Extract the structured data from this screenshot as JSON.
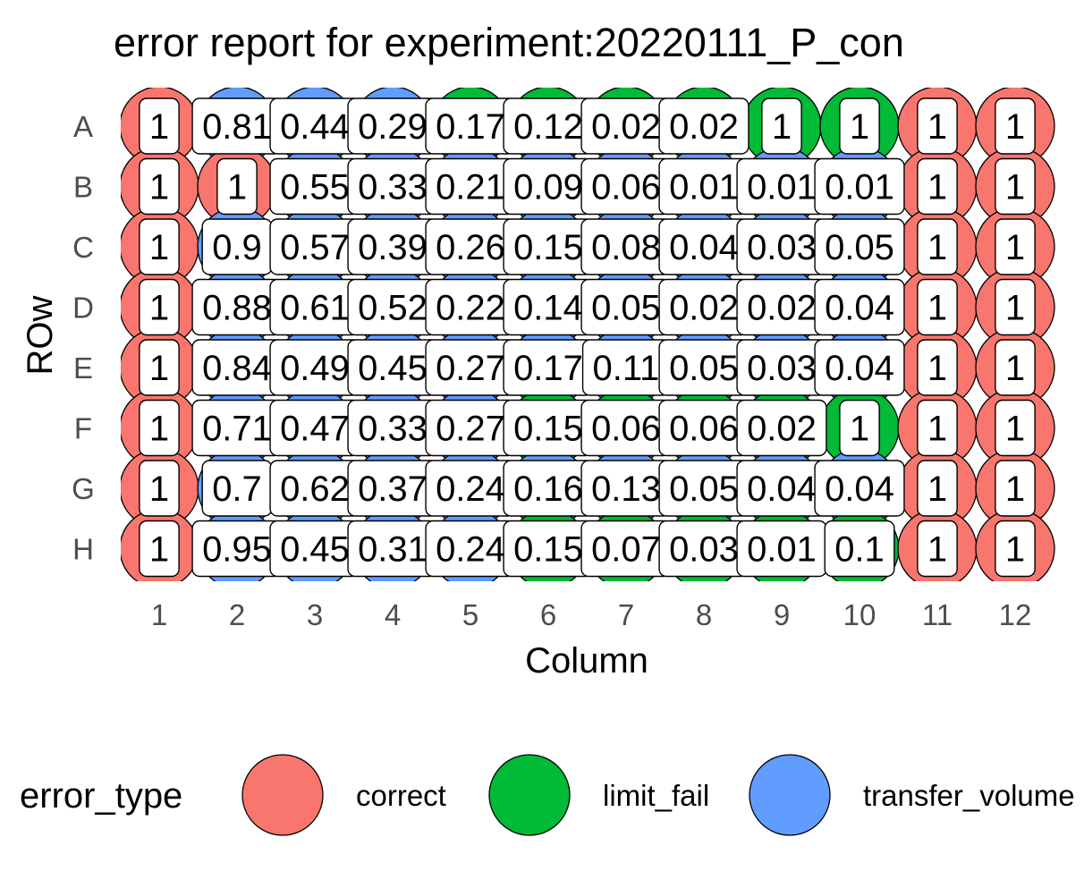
{
  "chart_data": {
    "type": "scatter",
    "title": "error report for experiment:20220111_P_con",
    "xlabel": "Column",
    "ylabel": "ROw",
    "x_ticks": [
      "1",
      "2",
      "3",
      "4",
      "5",
      "6",
      "7",
      "8",
      "9",
      "10",
      "11",
      "12"
    ],
    "y_ticks": [
      "A",
      "B",
      "C",
      "D",
      "E",
      "F",
      "G",
      "H"
    ],
    "grid": false,
    "legend": {
      "title": "error_type",
      "position": "bottom",
      "entries": [
        {
          "name": "correct",
          "color": "#F8766D"
        },
        {
          "name": "limit_fail",
          "color": "#00BA38"
        },
        {
          "name": "transfer_volume",
          "color": "#619CFF"
        }
      ]
    },
    "colors": {
      "correct": "#F8766D",
      "limit_fail": "#00BA38",
      "transfer_volume": "#619CFF"
    },
    "rows": [
      "A",
      "B",
      "C",
      "D",
      "E",
      "F",
      "G",
      "H"
    ],
    "error_types": [
      [
        "correct",
        "transfer_volume",
        "transfer_volume",
        "transfer_volume",
        "limit_fail",
        "limit_fail",
        "limit_fail",
        "limit_fail",
        "limit_fail",
        "limit_fail",
        "correct",
        "correct"
      ],
      [
        "correct",
        "correct",
        "transfer_volume",
        "transfer_volume",
        "transfer_volume",
        "transfer_volume",
        "transfer_volume",
        "transfer_volume",
        "transfer_volume",
        "transfer_volume",
        "correct",
        "correct"
      ],
      [
        "correct",
        "transfer_volume",
        "transfer_volume",
        "transfer_volume",
        "transfer_volume",
        "transfer_volume",
        "transfer_volume",
        "transfer_volume",
        "transfer_volume",
        "transfer_volume",
        "correct",
        "correct"
      ],
      [
        "correct",
        "transfer_volume",
        "transfer_volume",
        "transfer_volume",
        "transfer_volume",
        "transfer_volume",
        "transfer_volume",
        "transfer_volume",
        "transfer_volume",
        "transfer_volume",
        "correct",
        "correct"
      ],
      [
        "correct",
        "transfer_volume",
        "transfer_volume",
        "transfer_volume",
        "transfer_volume",
        "transfer_volume",
        "transfer_volume",
        "transfer_volume",
        "transfer_volume",
        "transfer_volume",
        "correct",
        "correct"
      ],
      [
        "correct",
        "transfer_volume",
        "transfer_volume",
        "transfer_volume",
        "transfer_volume",
        "limit_fail",
        "limit_fail",
        "limit_fail",
        "limit_fail",
        "limit_fail",
        "correct",
        "correct"
      ],
      [
        "correct",
        "transfer_volume",
        "transfer_volume",
        "transfer_volume",
        "transfer_volume",
        "transfer_volume",
        "transfer_volume",
        "transfer_volume",
        "transfer_volume",
        "transfer_volume",
        "correct",
        "correct"
      ],
      [
        "correct",
        "transfer_volume",
        "transfer_volume",
        "transfer_volume",
        "transfer_volume",
        "limit_fail",
        "limit_fail",
        "limit_fail",
        "limit_fail",
        "limit_fail",
        "correct",
        "correct"
      ]
    ],
    "labels": [
      [
        "1",
        "0.81",
        "0.44",
        "0.29",
        "0.17",
        "0.12",
        "0.02",
        "0.02",
        "1",
        "1",
        "1",
        "1"
      ],
      [
        "1",
        "1",
        "0.55",
        "0.33",
        "0.21",
        "0.09",
        "0.06",
        "0.01",
        "0.01",
        "0.01",
        "1",
        "1"
      ],
      [
        "1",
        "0.9",
        "0.57",
        "0.39",
        "0.26",
        "0.15",
        "0.08",
        "0.04",
        "0.03",
        "0.05",
        "1",
        "1"
      ],
      [
        "1",
        "0.88",
        "0.61",
        "0.52",
        "0.22",
        "0.14",
        "0.05",
        "0.02",
        "0.02",
        "0.04",
        "1",
        "1"
      ],
      [
        "1",
        "0.84",
        "0.49",
        "0.45",
        "0.27",
        "0.17",
        "0.11",
        "0.05",
        "0.03",
        "0.04",
        "1",
        "1"
      ],
      [
        "1",
        "0.71",
        "0.47",
        "0.33",
        "0.27",
        "0.15",
        "0.06",
        "0.06",
        "0.02",
        "1",
        "1",
        "1"
      ],
      [
        "1",
        "0.7",
        "0.62",
        "0.37",
        "0.24",
        "0.16",
        "0.13",
        "0.05",
        "0.04",
        "0.04",
        "1",
        "1"
      ],
      [
        "1",
        "0.95",
        "0.45",
        "0.31",
        "0.24",
        "0.15",
        "0.07",
        "0.03",
        "0.01",
        "0.1",
        "1",
        "1"
      ]
    ]
  }
}
